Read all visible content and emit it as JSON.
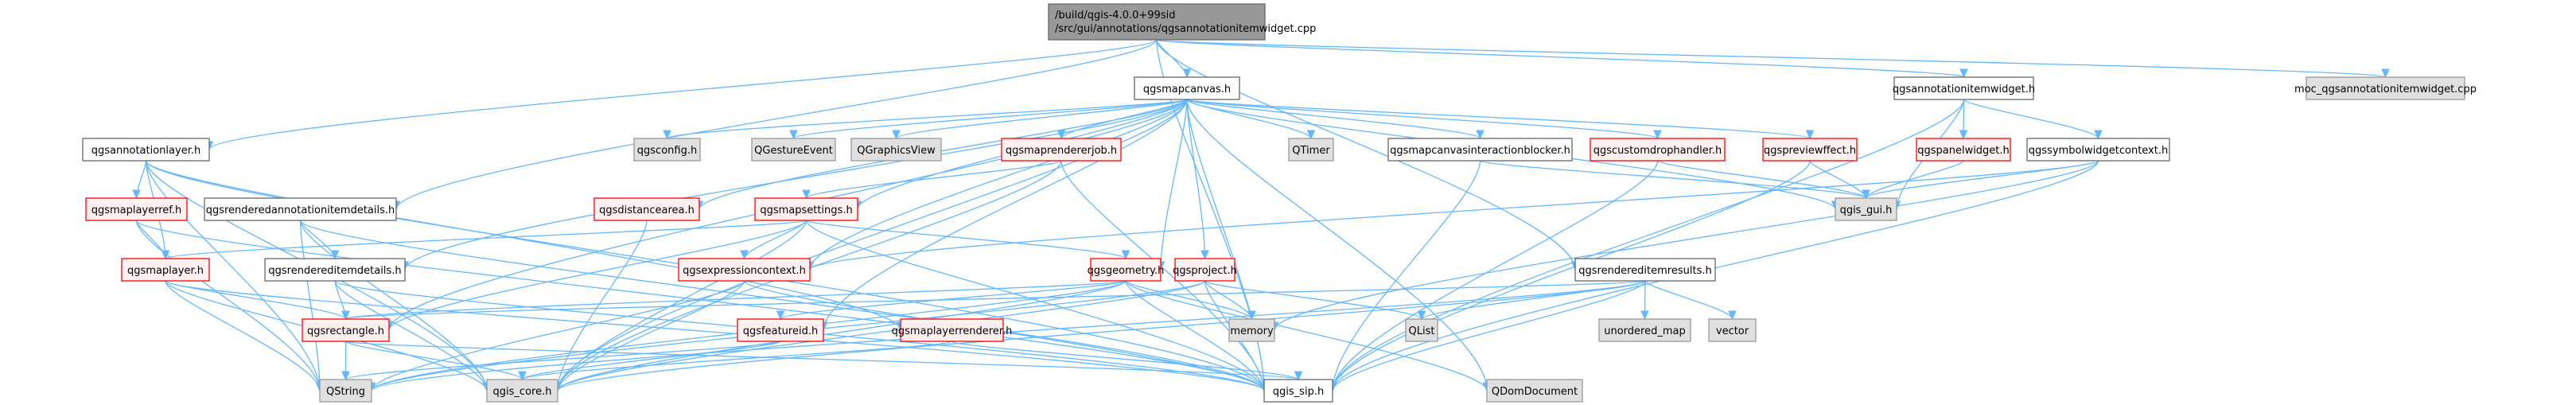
{
  "diagram": {
    "title": "Include dependency graph for qgsannotationitemwidget.cpp",
    "root": {
      "id": "root",
      "lines": [
        "/build/qgis-4.0.0+99sid",
        "/src/gui/annotations/qgsannotationitemwidget.cpp"
      ],
      "style": "root"
    },
    "colors": {
      "edge": "#63b8ff",
      "root_fill": "#999999",
      "plain_fill": "#ffffff",
      "external_fill": "#e0e0e0",
      "incomplete_fill": "#fff0f0",
      "incomplete_border": "#ff0000"
    },
    "nodes": [
      {
        "id": "qgsmapcanvas",
        "label": "qgsmapcanvas.h",
        "style": "plain"
      },
      {
        "id": "qgsannotationitemwidget",
        "label": "qgsannotationitemwidget.h",
        "style": "plain"
      },
      {
        "id": "moc",
        "label": "moc_qgsannotationitemwidget.cpp",
        "style": "ext"
      },
      {
        "id": "qgsannotationlayer",
        "label": "qgsannotationlayer.h",
        "style": "plain"
      },
      {
        "id": "qgsconfig",
        "label": "qgsconfig.h",
        "style": "ext"
      },
      {
        "id": "QGestureEvent",
        "label": "QGestureEvent",
        "style": "ext"
      },
      {
        "id": "QGraphicsView",
        "label": "QGraphicsView",
        "style": "ext"
      },
      {
        "id": "qgsmaprendererjob",
        "label": "qgsmaprendererjob.h",
        "style": "red"
      },
      {
        "id": "QTimer",
        "label": "QTimer",
        "style": "ext"
      },
      {
        "id": "qgsmapcanvasinteractionblocker",
        "label": "qgsmapcanvasinteractionblocker.h",
        "style": "plain"
      },
      {
        "id": "qgscustomdrophandler",
        "label": "qgscustomdrophandler.h",
        "style": "red"
      },
      {
        "id": "qgspreviewffect",
        "label": "qgspreviewffect.h",
        "style": "red"
      },
      {
        "id": "qgspanelwidget",
        "label": "qgspanelwidget.h",
        "style": "red"
      },
      {
        "id": "qgssymbolwidgetcontext",
        "label": "qgssymbolwidgetcontext.h",
        "style": "plain"
      },
      {
        "id": "qgsmaplayerref",
        "label": "qgsmaplayerref.h",
        "style": "red"
      },
      {
        "id": "qgsrenderedannotationitemdetails",
        "label": "qgsrenderedannotationitemdetails.h",
        "style": "plain"
      },
      {
        "id": "qgsdistancearea",
        "label": "qgsdistancearea.h",
        "style": "red"
      },
      {
        "id": "qgsmapsettings",
        "label": "qgsmapsettings.h",
        "style": "red"
      },
      {
        "id": "qgis_gui",
        "label": "qgis_gui.h",
        "style": "ext"
      },
      {
        "id": "qgsmaplayer",
        "label": "qgsmaplayer.h",
        "style": "red"
      },
      {
        "id": "qgsrendereditemdetails",
        "label": "qgsrendereditemdetails.h",
        "style": "plain"
      },
      {
        "id": "qgsexpressioncontext",
        "label": "qgsexpressioncontext.h",
        "style": "red"
      },
      {
        "id": "qgsgeometry",
        "label": "qgsgeometry.h",
        "style": "red"
      },
      {
        "id": "qgsproject",
        "label": "qgsproject.h",
        "style": "red"
      },
      {
        "id": "qgsrendereditemresults",
        "label": "qgsrendereditemresults.h",
        "style": "plain"
      },
      {
        "id": "qgsrectangle",
        "label": "qgsrectangle.h",
        "style": "red"
      },
      {
        "id": "qgsfeatureid",
        "label": "qgsfeatureid.h",
        "style": "red"
      },
      {
        "id": "qgsmaplayerrenderer",
        "label": "qgsmaplayerrenderer.h",
        "style": "red"
      },
      {
        "id": "memory",
        "label": "memory",
        "style": "ext"
      },
      {
        "id": "QList",
        "label": "QList",
        "style": "ext"
      },
      {
        "id": "unordered_map",
        "label": "unordered_map",
        "style": "ext"
      },
      {
        "id": "vector",
        "label": "vector",
        "style": "ext"
      },
      {
        "id": "QString",
        "label": "QString",
        "style": "ext"
      },
      {
        "id": "qgis_core",
        "label": "qgis_core.h",
        "style": "ext"
      },
      {
        "id": "qgis_sip",
        "label": "qgis_sip.h",
        "style": "plain"
      },
      {
        "id": "QDomDocument",
        "label": "QDomDocument",
        "style": "ext"
      }
    ],
    "edges": [
      [
        "root",
        "qgsmapcanvas"
      ],
      [
        "root",
        "qgsannotationitemwidget"
      ],
      [
        "root",
        "moc"
      ],
      [
        "root",
        "qgsannotationlayer"
      ],
      [
        "root",
        "qgsrenderedannotationitemdetails"
      ],
      [
        "root",
        "qgsrendereditemresults"
      ],
      [
        "root",
        "qgis_sip"
      ],
      [
        "qgsmapcanvas",
        "qgsconfig"
      ],
      [
        "qgsmapcanvas",
        "QGestureEvent"
      ],
      [
        "qgsmapcanvas",
        "QGraphicsView"
      ],
      [
        "qgsmapcanvas",
        "qgsmaprendererjob"
      ],
      [
        "qgsmapcanvas",
        "QTimer"
      ],
      [
        "qgsmapcanvas",
        "qgsmapcanvasinteractionblocker"
      ],
      [
        "qgsmapcanvas",
        "qgscustomdrophandler"
      ],
      [
        "qgsmapcanvas",
        "qgspreviewffect"
      ],
      [
        "qgsmapcanvas",
        "qgsdistancearea"
      ],
      [
        "qgsmapcanvas",
        "qgsmapsettings"
      ],
      [
        "qgsmapcanvas",
        "qgsexpressioncontext"
      ],
      [
        "qgsmapcanvas",
        "qgsgeometry"
      ],
      [
        "qgsmapcanvas",
        "qgsproject"
      ],
      [
        "qgsmapcanvas",
        "qgsfeatureid"
      ],
      [
        "qgsmapcanvas",
        "qgsrendereditemdetails"
      ],
      [
        "qgsmapcanvas",
        "qgis_gui"
      ],
      [
        "qgsmapcanvas",
        "qgis_core"
      ],
      [
        "qgsmapcanvas",
        "qgis_sip"
      ],
      [
        "qgsmapcanvas",
        "QDomDocument"
      ],
      [
        "qgsmapcanvas",
        "qgsrectangle"
      ],
      [
        "qgsannotationitemwidget",
        "qgis_gui"
      ],
      [
        "qgsannotationitemwidget",
        "qgspanelwidget"
      ],
      [
        "qgsannotationitemwidget",
        "qgssymbolwidgetcontext"
      ],
      [
        "qgsannotationitemwidget",
        "qgis_sip"
      ],
      [
        "qgsannotationlayer",
        "qgsmaplayerref"
      ],
      [
        "qgsannotationlayer",
        "qgsmaplayer"
      ],
      [
        "qgsannotationlayer",
        "QString"
      ],
      [
        "qgsannotationlayer",
        "qgis_core"
      ],
      [
        "qgsannotationlayer",
        "qgis_sip"
      ],
      [
        "qgsannotationlayer",
        "qgsmaplayerrenderer"
      ],
      [
        "qgsmaprendererjob",
        "qgsmapsettings"
      ],
      [
        "qgsmaprendererjob",
        "qgis_core"
      ],
      [
        "qgsmaprendererjob",
        "qgis_sip"
      ],
      [
        "qgsmapcanvasinteractionblocker",
        "qgis_gui"
      ],
      [
        "qgsmapcanvasinteractionblocker",
        "qgis_sip"
      ],
      [
        "qgscustomdrophandler",
        "qgis_gui"
      ],
      [
        "qgscustomdrophandler",
        "qgis_sip"
      ],
      [
        "qgspreviewffect",
        "qgis_gui"
      ],
      [
        "qgspreviewffect",
        "qgis_sip"
      ],
      [
        "qgspanelwidget",
        "qgis_gui"
      ],
      [
        "qgssymbolwidgetcontext",
        "qgis_gui"
      ],
      [
        "qgssymbolwidgetcontext",
        "qgsexpressioncontext"
      ],
      [
        "qgssymbolwidgetcontext",
        "memory"
      ],
      [
        "qgssymbolwidgetcontext",
        "qgis_sip"
      ],
      [
        "qgsmaplayerref",
        "qgsmaplayer"
      ],
      [
        "qgsmaplayerref",
        "QString"
      ],
      [
        "qgsmaplayerref",
        "qgis_sip"
      ],
      [
        "qgsrenderedannotationitemdetails",
        "qgsrendereditemdetails"
      ],
      [
        "qgsrenderedannotationitemdetails",
        "QString"
      ],
      [
        "qgsrenderedannotationitemdetails",
        "qgis_core"
      ],
      [
        "qgsrenderedannotationitemdetails",
        "qgis_sip"
      ],
      [
        "qgsdistancearea",
        "qgis_core"
      ],
      [
        "qgsmapsettings",
        "qgsmaplayer"
      ],
      [
        "qgsmapsettings",
        "qgsexpressioncontext"
      ],
      [
        "qgsmapsettings",
        "qgsgeometry"
      ],
      [
        "qgsmapsettings",
        "qgsrectangle"
      ],
      [
        "qgsmapsettings",
        "qgis_core"
      ],
      [
        "qgsmapsettings",
        "qgis_sip"
      ],
      [
        "qgsmaplayer",
        "qgsrectangle"
      ],
      [
        "qgsmaplayer",
        "QString"
      ],
      [
        "qgsmaplayer",
        "qgis_core"
      ],
      [
        "qgsmaplayer",
        "qgis_sip"
      ],
      [
        "qgsrendereditemdetails",
        "qgsrectangle"
      ],
      [
        "qgsrendereditemdetails",
        "qgis_core"
      ],
      [
        "qgsrendereditemdetails",
        "qgis_sip"
      ],
      [
        "qgsexpressioncontext",
        "QString"
      ],
      [
        "qgsexpressioncontext",
        "qgis_core"
      ],
      [
        "qgsexpressioncontext",
        "qgis_sip"
      ],
      [
        "qgsgeometry",
        "qgsrectangle"
      ],
      [
        "qgsgeometry",
        "qgsfeatureid"
      ],
      [
        "qgsgeometry",
        "memory"
      ],
      [
        "qgsgeometry",
        "QString"
      ],
      [
        "qgsgeometry",
        "qgis_core"
      ],
      [
        "qgsgeometry",
        "qgis_sip"
      ],
      [
        "qgsgeometry",
        "QDomDocument"
      ],
      [
        "qgsproject",
        "memory"
      ],
      [
        "qgsproject",
        "QList"
      ],
      [
        "qgsproject",
        "qgis_core"
      ],
      [
        "qgsproject",
        "qgis_sip"
      ],
      [
        "qgsproject",
        "QString"
      ],
      [
        "qgsrendereditemresults",
        "qgsrectangle"
      ],
      [
        "qgsrendereditemresults",
        "QList"
      ],
      [
        "qgsrendereditemresults",
        "unordered_map"
      ],
      [
        "qgsrendereditemresults",
        "vector"
      ],
      [
        "qgsrendereditemresults",
        "qgis_core"
      ],
      [
        "qgsrendereditemresults",
        "qgis_sip"
      ],
      [
        "qgsrendereditemresults",
        "QString"
      ],
      [
        "qgsrectangle",
        "QString"
      ],
      [
        "qgsrectangle",
        "qgis_core"
      ],
      [
        "qgsrectangle",
        "qgis_sip"
      ],
      [
        "qgsfeatureid",
        "qgis_core"
      ],
      [
        "qgsfeatureid",
        "QString"
      ],
      [
        "qgsmaplayerrenderer",
        "qgis_core"
      ],
      [
        "qgsmaplayerrenderer",
        "qgis_sip"
      ]
    ]
  }
}
